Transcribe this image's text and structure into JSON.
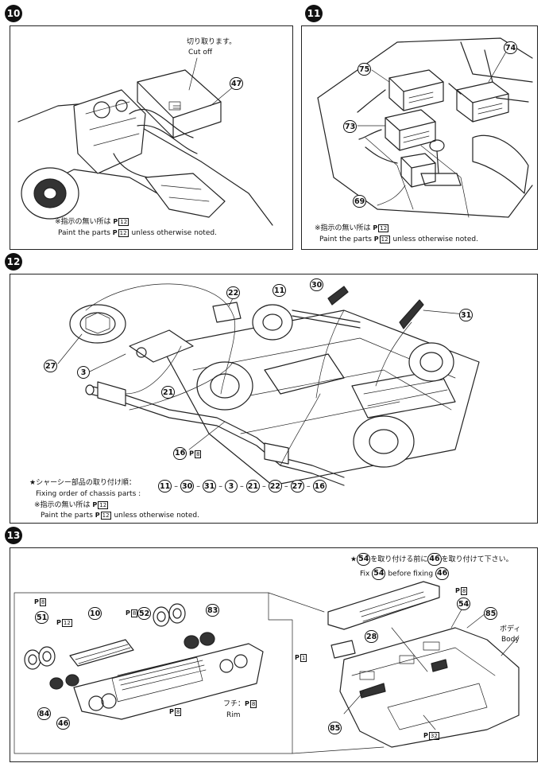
{
  "steps": {
    "s10": {
      "number": "10",
      "cut_jp": "切り取ります。",
      "cut_en": "Cut off",
      "parts": [
        "47"
      ],
      "note_jp_pre": "※指示の無い所は",
      "note_jp_code": "12",
      "note_en_pre": "Paint the parts",
      "note_en_code": "12",
      "note_en_post": "unless otherwise noted."
    },
    "s11": {
      "number": "11",
      "parts": [
        "75",
        "74",
        "73",
        "69"
      ],
      "note_jp_pre": "※指示の無い所は",
      "note_jp_code": "12",
      "note_en_pre": "Paint the parts",
      "note_en_code": "12",
      "note_en_post": "unless otherwise noted."
    },
    "s12": {
      "number": "12",
      "parts": [
        "22",
        "30",
        "11",
        "31",
        "27",
        "3",
        "21",
        "16"
      ],
      "part16_code": "8",
      "order_jp": "★シャーシー部品の取り付け順：",
      "order_en": "Fixing order of chassis parts :",
      "order": [
        "11",
        "30",
        "31",
        "3",
        "21",
        "22",
        "27",
        "16"
      ],
      "note_jp_pre": "※指示の無い所は",
      "note_jp_code": "12",
      "note_en_pre": "Paint the parts",
      "note_en_code": "12",
      "note_en_post": "unless otherwise noted."
    },
    "s13": {
      "number": "13",
      "top_jp_a": "★",
      "top_jp_part1": "54",
      "top_jp_b": "を取り付ける前に",
      "top_jp_part2": "46",
      "top_jp_c": "を取り付けて下さい。",
      "top_en_a": "Fix",
      "top_en_part1": "54",
      "top_en_b": "before fixing",
      "top_en_part2": "46",
      "parts": [
        "51",
        "10",
        "52",
        "83",
        "84",
        "46",
        "54",
        "85",
        "28"
      ],
      "codes": {
        "p51": "8",
        "p10": "12",
        "p52": "8",
        "rim": "8",
        "grille": "8",
        "p54": "8",
        "p28": "1",
        "bottom": "32"
      },
      "rim_jp": "フチ：",
      "rim_en": "Rim",
      "body_jp": "ボディ",
      "body_en": "Body"
    }
  }
}
